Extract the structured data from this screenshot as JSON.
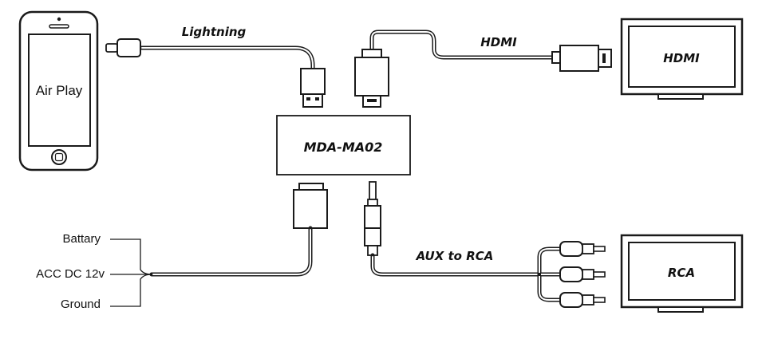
{
  "phone": {
    "label": "Air Play"
  },
  "device": {
    "model": "MDA-MA02"
  },
  "cables": {
    "lightning": "Lightning",
    "hdmi": "HDMI",
    "aux_rca": "AUX to RCA"
  },
  "displays": {
    "hdmi_tv": "HDMI",
    "rca_tv": "RCA"
  },
  "power": {
    "battery": "Battary",
    "acc": "ACC DC 12v",
    "ground": "Ground"
  }
}
